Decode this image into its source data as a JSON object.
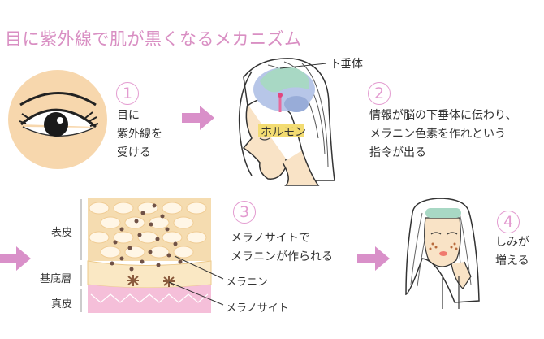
{
  "title": "目に紫外線で肌が黒くなるメカニズム",
  "colors": {
    "accent": "#d98fc3",
    "arrow": "#d990c9",
    "hormone_highlight": "#f3dc72",
    "skin_outer": "#f5dcb0",
    "basal_layer": "#fae8c4",
    "dermis": "#f5bfd9",
    "melanin": "#6f5146"
  },
  "steps": [
    {
      "num": "1",
      "lines": [
        "目に",
        "紫外線を",
        "受ける"
      ]
    },
    {
      "num": "2",
      "lines": [
        "情報が脳の下垂体に伝わり、",
        "メラニン色素を作れという",
        "指令が出る"
      ]
    },
    {
      "num": "3",
      "lines": [
        "メラノサイトで",
        "メラニンが作られる"
      ]
    },
    {
      "num": "4",
      "lines": [
        "しみが",
        "増える"
      ]
    }
  ],
  "labels": {
    "pituitary": "下垂体",
    "hormone": "ホルモン",
    "epidermis": "表皮",
    "basal": "基底層",
    "dermis": "真皮",
    "melanin": "メラニン",
    "melanocyte": "メラノサイト"
  },
  "icons": [
    "eye-icon",
    "brain-head-icon",
    "skin-cross-section-icon",
    "face-with-spots-icon",
    "arrow-right-icon"
  ]
}
